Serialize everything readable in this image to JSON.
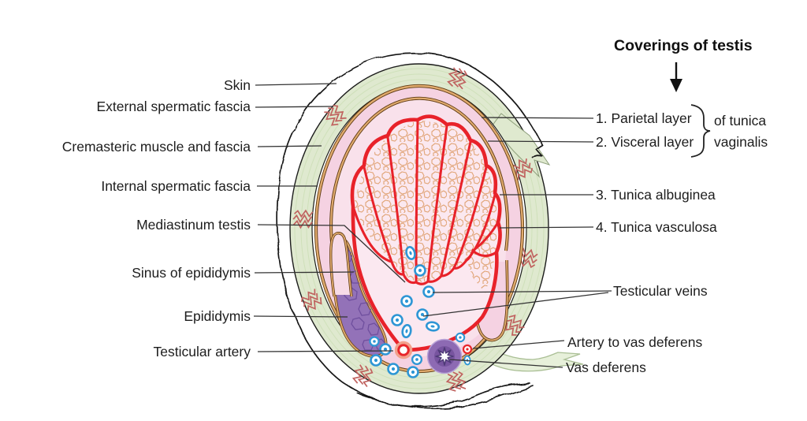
{
  "figure": {
    "title": "Coverings of testis",
    "labels_left": [
      "Skin",
      "External spermatic fascia",
      "Cremasteric muscle and fascia",
      "Internal spermatic fascia",
      "Mediastinum testis",
      "Sinus of epididymis",
      "Epididymis",
      "Testicular artery"
    ],
    "labels_right": [
      "1. Parietal layer",
      "2. Visceral layer",
      "3. Tunica albuginea",
      "4. Tunica vasculosa",
      "Testicular veins",
      "Artery to vas deferens",
      "Vas deferens"
    ],
    "brace_label_line1": "of tunica",
    "brace_label_line2": "vaginalis",
    "colors": {
      "skin_line": "#151515",
      "fascia_green": "#dfe9cf",
      "muscle_red": "#c0625f",
      "tunica_tan": "#e0aa6d",
      "tan_edge": "#5d3a12",
      "cavity_pink": "#f5d2e2",
      "interior_pink": "#f9e1eb",
      "testis_pink": "#fbe8f0",
      "vasculosa_red": "#e8222a",
      "capillary_orange": "#dfa070",
      "vein_blue": "#2e96d5",
      "epididymis_purple": "#9372b8",
      "vas_purple": "#8d6ab3"
    }
  }
}
